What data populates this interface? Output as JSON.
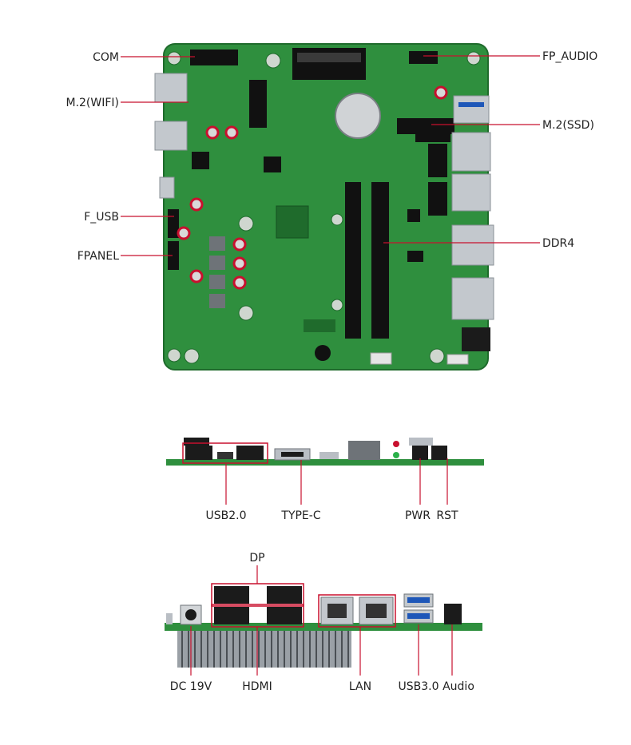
{
  "top_view": {
    "callouts_left": [
      {
        "id": "com",
        "text": "COM"
      },
      {
        "id": "m2wifi",
        "text": "M.2(WIFI)"
      },
      {
        "id": "fusb",
        "text": "F_USB"
      },
      {
        "id": "fpanel",
        "text": "FPANEL"
      }
    ],
    "callouts_right": [
      {
        "id": "fpaudio",
        "text": "FP_AUDIO"
      },
      {
        "id": "m2ssd",
        "text": "M.2(SSD)"
      },
      {
        "id": "ddr4",
        "text": "DDR4"
      }
    ]
  },
  "side_view_1": {
    "labels": [
      {
        "id": "usb20",
        "text": "USB2.0"
      },
      {
        "id": "typec",
        "text": "TYPE-C"
      },
      {
        "id": "pwr",
        "text": "PWR"
      },
      {
        "id": "rst",
        "text": "RST"
      }
    ]
  },
  "side_view_2": {
    "top_label": {
      "id": "dp",
      "text": "DP"
    },
    "labels": [
      {
        "id": "dc19v",
        "text": "DC 19V"
      },
      {
        "id": "hdmi",
        "text": "HDMI"
      },
      {
        "id": "lan",
        "text": "LAN"
      },
      {
        "id": "usb30",
        "text": "USB3.0"
      },
      {
        "id": "audio",
        "text": "Audio"
      }
    ]
  },
  "colors": {
    "pcb": "#2f8f3e",
    "pcb_dark": "#1f6b2c",
    "callout_line": "#c8102e",
    "metal": "#b9bec4",
    "black": "#1b1b1b"
  }
}
